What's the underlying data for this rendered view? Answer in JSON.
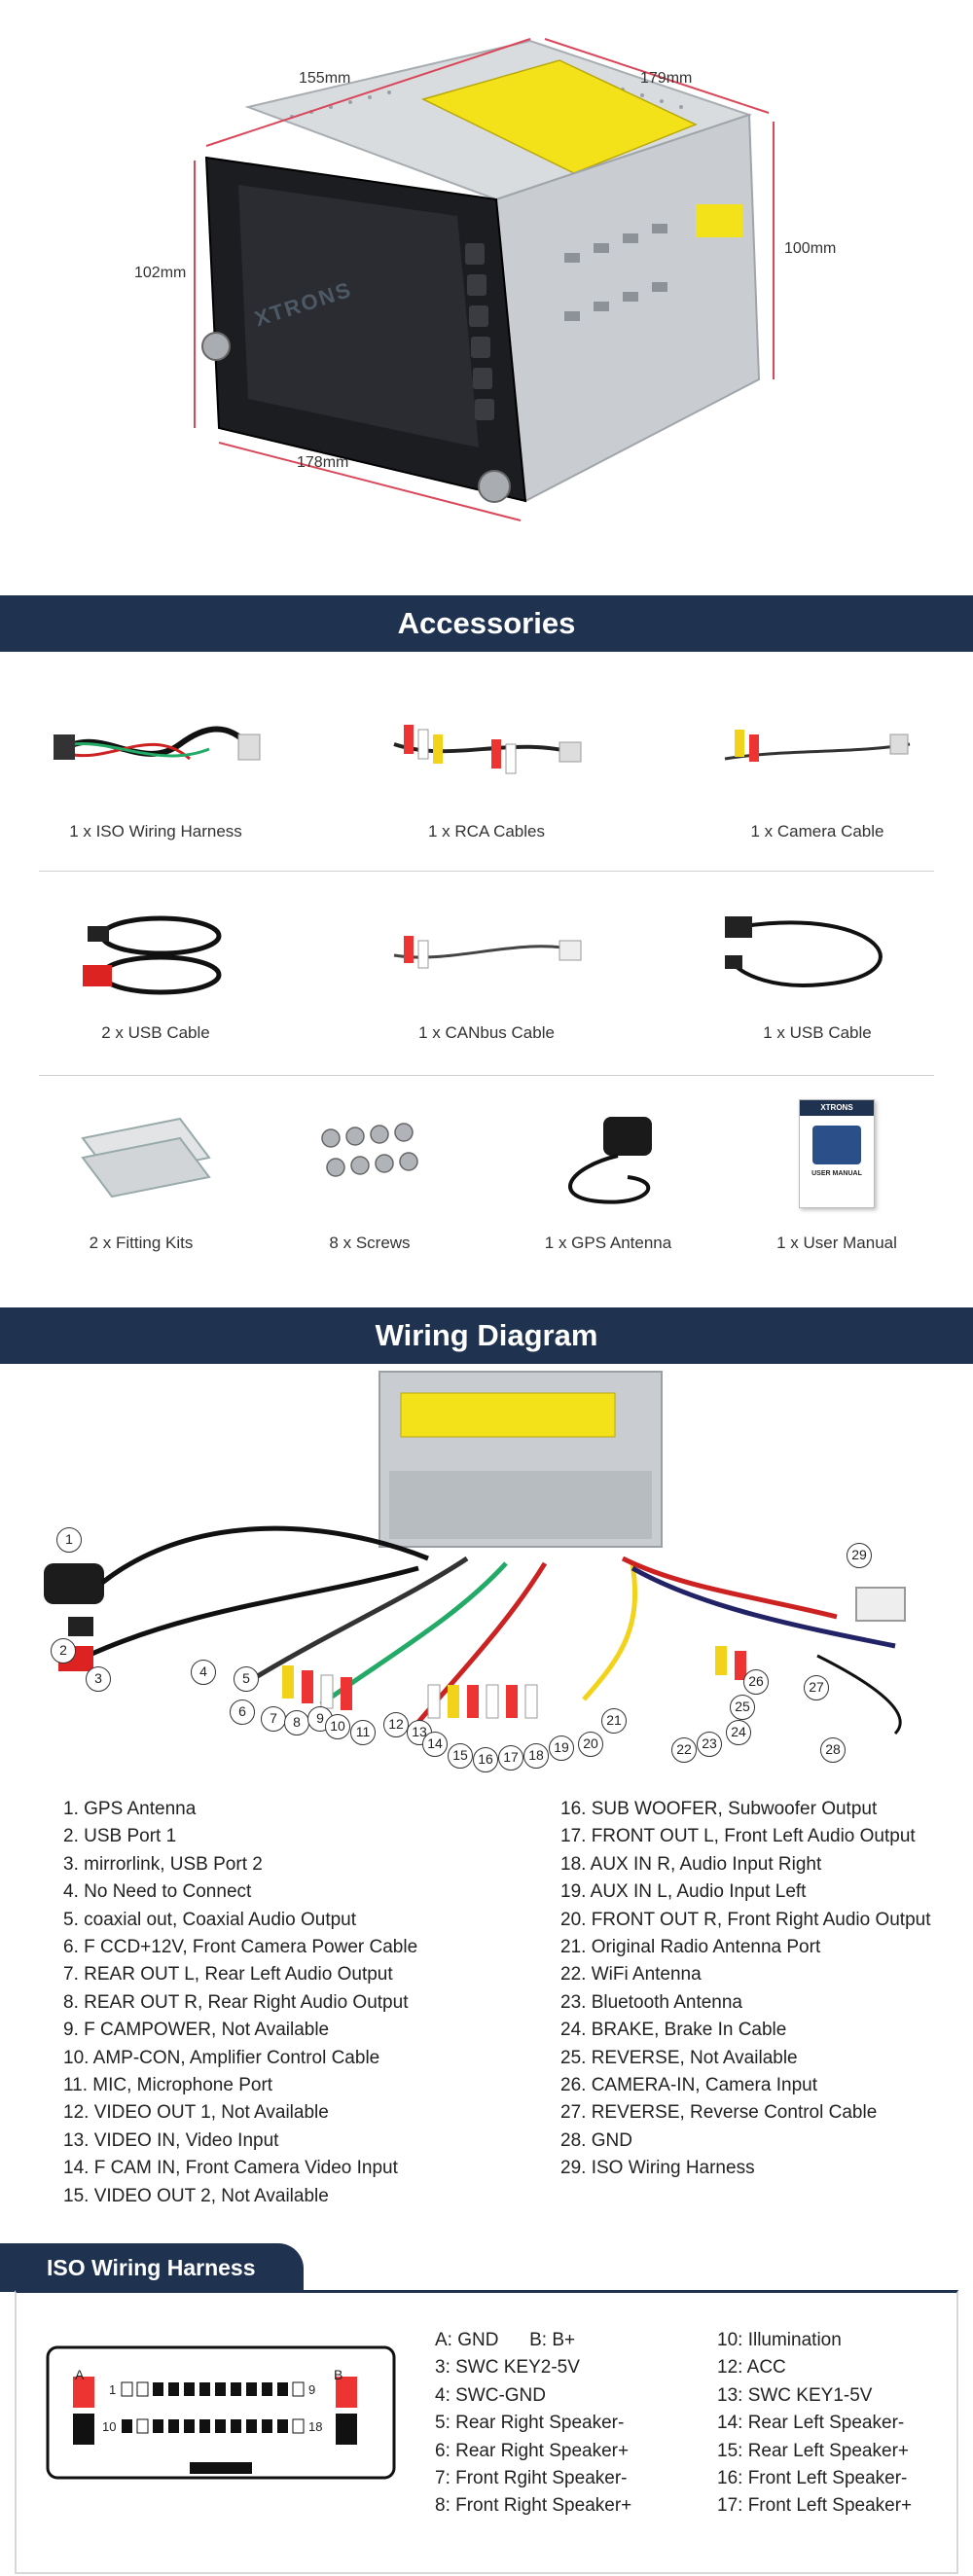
{
  "colors": {
    "banner": "#1f3350",
    "dimension_line": "#d9485a",
    "label_yellow": "#f3e21a",
    "unit_silver": "#c9cdd1"
  },
  "product": {
    "dimensions": {
      "top_left": "155mm",
      "top_right": "179mm",
      "left": "102mm",
      "right": "100mm",
      "bottom": "178mm"
    },
    "brand": "XTRONS"
  },
  "accessories": {
    "title": "Accessories",
    "items": [
      "1 x ISO Wiring Harness",
      "1 x RCA Cables",
      "1 x Camera Cable",
      "2 x USB Cable",
      "1 x CANbus Cable",
      "1 x USB Cable",
      "2 x Fitting Kits",
      "8 x Screws",
      "1 x GPS Antenna",
      "1 x User Manual"
    ],
    "manual_text": "USER MANUAL",
    "manual_brand": "XTRONS"
  },
  "wiring": {
    "title": "Wiring Diagram",
    "numbers": [
      "1",
      "2",
      "3",
      "4",
      "5",
      "6",
      "7",
      "8",
      "9",
      "10",
      "11",
      "12",
      "13",
      "14",
      "15",
      "16",
      "17",
      "18",
      "19",
      "20",
      "21",
      "22",
      "23",
      "24",
      "25",
      "26",
      "27",
      "28",
      "29"
    ],
    "left_list": [
      "1. GPS Antenna",
      "2. USB Port 1",
      "3. mirrorlink, USB Port 2",
      "4. No Need to Connect",
      "5. coaxial out, Coaxial Audio Output",
      "6. F CCD+12V, Front Camera Power Cable",
      "7. REAR OUT L, Rear Left Audio Output",
      "8. REAR OUT R, Rear Right Audio Output",
      "9. F CAMPOWER, Not Available",
      "10. AMP-CON, Amplifier Control Cable",
      "11. MIC, Microphone Port",
      "12. VIDEO OUT 1, Not Available",
      "13. VIDEO IN, Video Input",
      "14. F CAM IN, Front Camera Video Input",
      "15. VIDEO OUT 2, Not Available"
    ],
    "right_list": [
      "16. SUB WOOFER, Subwoofer Output",
      "17. FRONT OUT L, Front Left Audio Output",
      "18. AUX IN R, Audio Input Right",
      "19. AUX IN L, Audio Input Left",
      "20. FRONT OUT R, Front Right Audio Output",
      "21. Original Radio Antenna Port",
      "22. WiFi Antenna",
      "23. Bluetooth Antenna",
      "24. BRAKE, Brake In Cable",
      "25. REVERSE, Not Available",
      "26. CAMERA-IN, Camera Input",
      "27. REVERSE, Reverse Control Cable",
      "28. GND",
      "29. ISO Wiring Harness"
    ]
  },
  "iso": {
    "title": "ISO Wiring Harness",
    "connector_labels": {
      "a": "A",
      "b": "B",
      "p1": "1",
      "p9": "9",
      "p10": "10",
      "p18": "18"
    },
    "pins_left": [
      "A: GND      B: B+",
      "3: SWC KEY2-5V",
      "4: SWC-GND",
      "5: Rear Right Speaker-",
      "6: Rear Right Speaker+",
      "7: Front Rgiht Speaker-",
      "8: Front Right Speaker+"
    ],
    "pins_right": [
      "10: Illumination",
      "12: ACC",
      "13: SWC KEY1-5V",
      "14: Rear Left Speaker-",
      "15: Rear Left Speaker+",
      "16: Front Left Speaker-",
      "17: Front Left Speaker+"
    ]
  }
}
